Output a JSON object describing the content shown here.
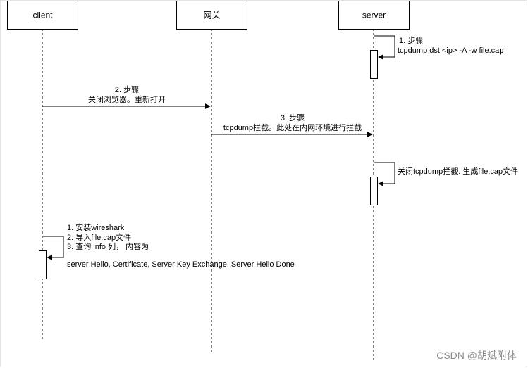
{
  "participants": [
    {
      "id": "client",
      "label": "client"
    },
    {
      "id": "gateway",
      "label": "网关"
    },
    {
      "id": "server",
      "label": "server"
    }
  ],
  "messages": {
    "step1": {
      "line1": "1. 步骤",
      "line2": "tcpdump dst <ip> -A -w file.cap"
    },
    "step2": {
      "line1": "2. 步骤",
      "line2": "关闭浏览器。重新打开"
    },
    "step3": {
      "line1": "3. 步骤",
      "line2": "tcpdump拦截。此处在内网环境进行拦截"
    },
    "step4": {
      "line1": "关闭tcpdump拦截. 生成file.cap文件"
    },
    "step5": {
      "line1": "1. 安装wireshark",
      "line2": "2. 导入file.cap文件",
      "line3": "3. 查询 info 列， 内容为",
      "line4": "server Hello, Certificate, Server Key Exchange, Server Hello Done"
    }
  },
  "watermark": "CSDN @胡斌附体",
  "colors": {
    "line": "#000000",
    "frame": "#e3e3e3",
    "watermark": "#8a8a8a"
  }
}
